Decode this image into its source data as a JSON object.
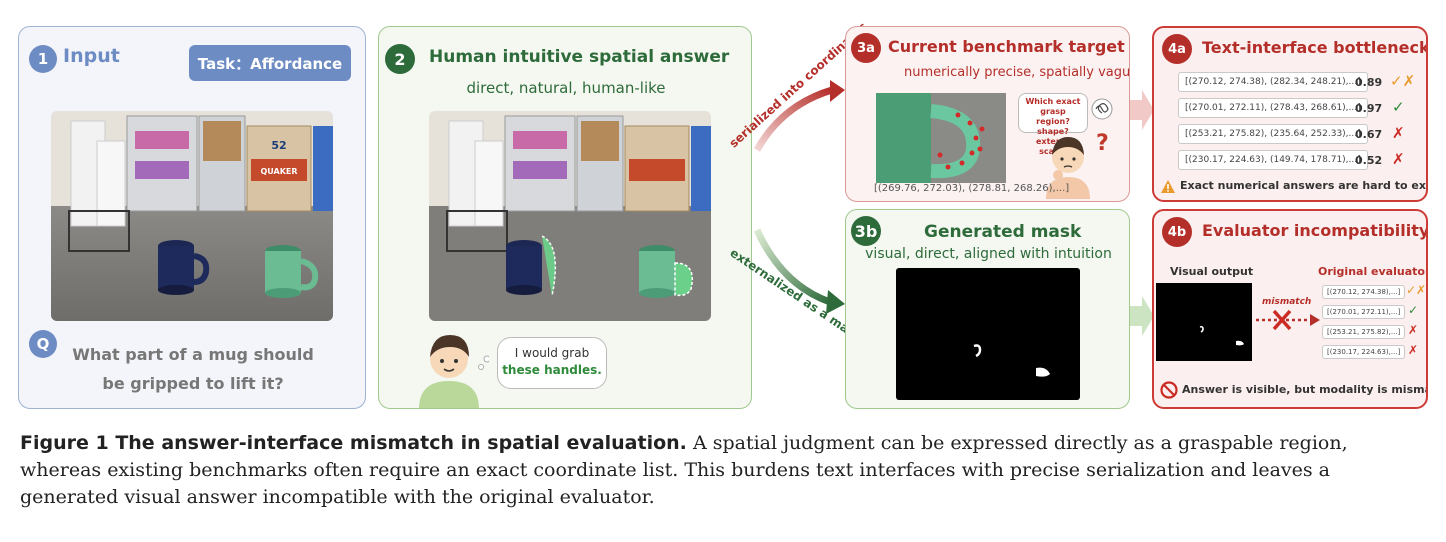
{
  "panel1": {
    "badge": "1",
    "title": "Input",
    "task_label": "Task：Affordance",
    "q_badge": "Q",
    "question_line1": "What part of a mug should",
    "question_line2": "be gripped to lift it?",
    "photo_brand": "QUAKER",
    "photo_tag": "52"
  },
  "panel2": {
    "badge": "2",
    "title": "Human intuitive spatial answer",
    "subtitle": "direct, natural, human-like",
    "bubble_line1": "I would grab",
    "bubble_line2": "these handles."
  },
  "arrows": {
    "top_label": "serialized into coordinates",
    "bottom_label": "externalized as a mask"
  },
  "panel3a": {
    "badge": "3a",
    "title": "Current benchmark target",
    "subtitle": "numerically precise, spatially vague",
    "thought": "Which exact grasp region? shape? extent? scale?",
    "qmark": "?",
    "coords": "[(269.76, 272.03), (278.81, 268.26),...]"
  },
  "panel3b": {
    "badge": "3b",
    "title": "Generated mask",
    "subtitle": "visual, direct, aligned with intuition"
  },
  "panel4a": {
    "badge": "4a",
    "title": "Text-interface bottleneck",
    "rows": [
      {
        "coords": "[(270.12, 274.38), (282.34, 248.21),...]",
        "score": "0.89",
        "mark": "✓✗"
      },
      {
        "coords": "[(270.01, 272.11), (278.43, 268.61),...]",
        "score": "0.97",
        "mark": "✓"
      },
      {
        "coords": "[(253.21, 275.82), (235.64, 252.33),...]",
        "score": "0.67",
        "mark": "✗"
      },
      {
        "coords": "[(230.17, 224.63), (149.74, 178.71),...]",
        "score": "0.52",
        "mark": "✗"
      }
    ],
    "warning": "Exact numerical answers are hard to express"
  },
  "panel4b": {
    "badge": "4b",
    "title": "Evaluator incompatibility",
    "left_label": "Visual output",
    "right_label": "Original evaluator",
    "mismatch": "mismatch",
    "rows": [
      {
        "coords": "[(270.12, 274.38),...]",
        "mark": "✓✗"
      },
      {
        "coords": "[(270.01, 272.11),...]",
        "mark": "✓"
      },
      {
        "coords": "[(253.21, 275.82),...]",
        "mark": "✗"
      },
      {
        "coords": "[(230.17, 224.63),...]",
        "mark": "✗"
      }
    ],
    "footer": "Answer is visible, but modality is mismatched"
  },
  "caption": {
    "lead": "Figure 1  The answer-interface mismatch in spatial evaluation.",
    "body": " A spatial judgment can be expressed directly as a graspable region, whereas existing benchmarks often require an exact coordinate list. This burdens text interfaces with precise serialization and leaves a generated visual answer incompatible with the original evaluator."
  },
  "colors": {
    "blue": "#6e8cc4",
    "green": "#2e6b3b",
    "red": "#b52f2a",
    "check_green": "#2e8b3a",
    "cross_red": "#cc2a24",
    "partial_orange": "#e89a2c"
  }
}
